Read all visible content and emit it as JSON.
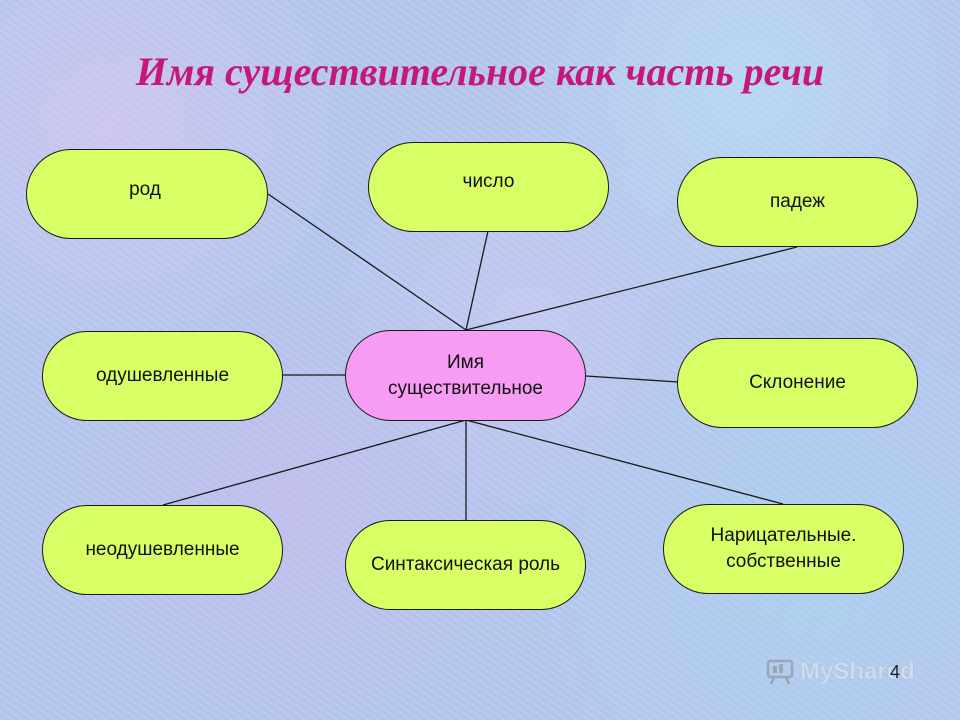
{
  "title": "Имя существительное как часть речи",
  "center": {
    "line1": "Имя",
    "line2": "существительное"
  },
  "nodes": {
    "rod": "род",
    "chislo": "число",
    "padezh": "падеж",
    "odush": "одушевленные",
    "sklonenie": "Склонение",
    "neodush": "неодушевленные",
    "sintaksis": "Синтаксическая роль",
    "narits_line1": "Нарицательные.",
    "narits_line2": "собственные"
  },
  "watermark": "MyShared",
  "page_number": "4",
  "colors": {
    "node_fill": "#d9ff66",
    "center_fill": "#f79cf3",
    "title": "#c4197a",
    "line": "#1a1a1a"
  }
}
